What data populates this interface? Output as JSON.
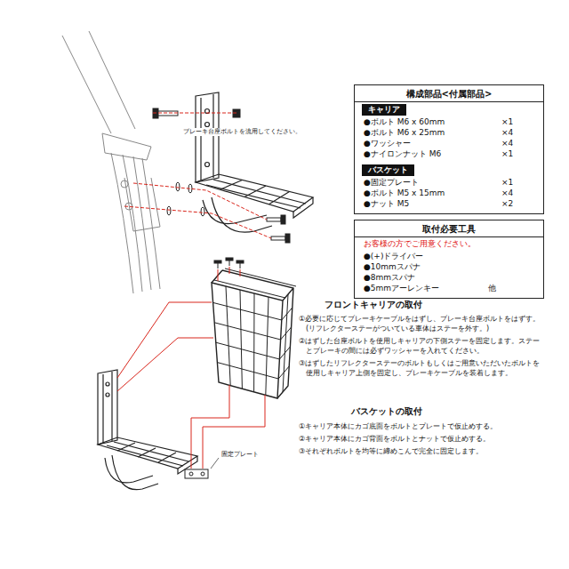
{
  "diagram": {
    "nodes": [
      {
        "text": [
          "構成部品<付属部品>",
          "●ボルト M6 x 60mm",
          "×1",
          "●ボルト M6 x 25mm",
          "×4",
          "●ワッシャー",
          "×4",
          "●ナイロンナット M6",
          "×1",
          "●固定プレート",
          "×1",
          "●ボルト M5 x 15mm",
          "×4",
          "●ナット M5",
          "×2"
        ]
      },
      {
        "text": [
          "キャリア"
        ],
        "in": 0
      },
      {
        "text": [
          "バスケット"
        ],
        "in": 0
      },
      {
        "text": [
          "取付必要工具",
          "お客様の方でご用意ください。",
          "●(+)ドライバー",
          "●10mmスパナ",
          "●8mmスパナ",
          "●5mmアーレンキー",
          "他"
        ]
      }
    ],
    "labels": [
      "ブレーキ台座ボルトを流用してください。",
      "フロントキャリアの取付",
      "①必要に応じてブレーキケーブルをはずし、ブレーキ台座ボルトをはずす。(リフレクターステーがついている車体はステーを外す。)",
      "②はずした台座ボルトを使用しキャリアの下側ステーを固定します。ステーとブレーキの間には必ずワッシャーを入れてください。",
      "③はずしたリフレクターステーのボルトもしくはご用意いただいたボルトを使用しキャリア上側を固定し、ブレーキケーブルを装着します。",
      "バスケットの取付",
      "①キャリア本体にカゴ底面をボルトとプレートで仮止めする。",
      "②キャリア本体にカゴ背面をボルトとナットで仮止めする。",
      "③それぞれボルトを均等に締めこんで完全に固定します。",
      "固定プレート"
    ]
  }
}
